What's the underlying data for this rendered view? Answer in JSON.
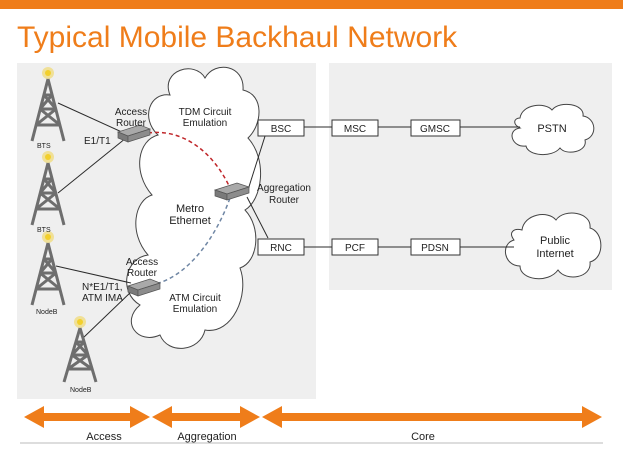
{
  "title": "Typical Mobile Backhaul Network",
  "colors": {
    "accent": "#ef7d1a",
    "panel": "#efefef",
    "tower": "#6e6e6e",
    "beacon": "#f2cf2c",
    "tdm_path": "#c0262a",
    "atm_path": "#6f86a4",
    "line": "#2b2b2b"
  },
  "nodes": {
    "bts_1": "BTS",
    "bts_2": "BTS",
    "nodeb_1": "NodeB",
    "nodeb_2": "NodeB",
    "access_router_top": [
      "Access",
      "Router"
    ],
    "access_router_bottom": [
      "Access",
      "Router"
    ],
    "e1t1": "E1/T1",
    "ne1t1": [
      "N*E1/T1,",
      "ATM IMA"
    ],
    "tdm_emulation": [
      "TDM Circuit",
      "Emulation"
    ],
    "atm_emulation": [
      "ATM Circuit",
      "Emulation"
    ],
    "metro_ethernet": [
      "Metro",
      "Ethernet"
    ],
    "aggregation_router": [
      "Aggregation",
      "Router"
    ],
    "bsc": "BSC",
    "msc": "MSC",
    "gmsc": "GMSC",
    "rnc": "RNC",
    "pcf": "PCF",
    "pdsn": "PDSN",
    "pstn": "PSTN",
    "public_internet": [
      "Public",
      "Internet"
    ]
  },
  "segments": {
    "access": "Access",
    "aggregation": "Aggregation",
    "core": "Core"
  }
}
